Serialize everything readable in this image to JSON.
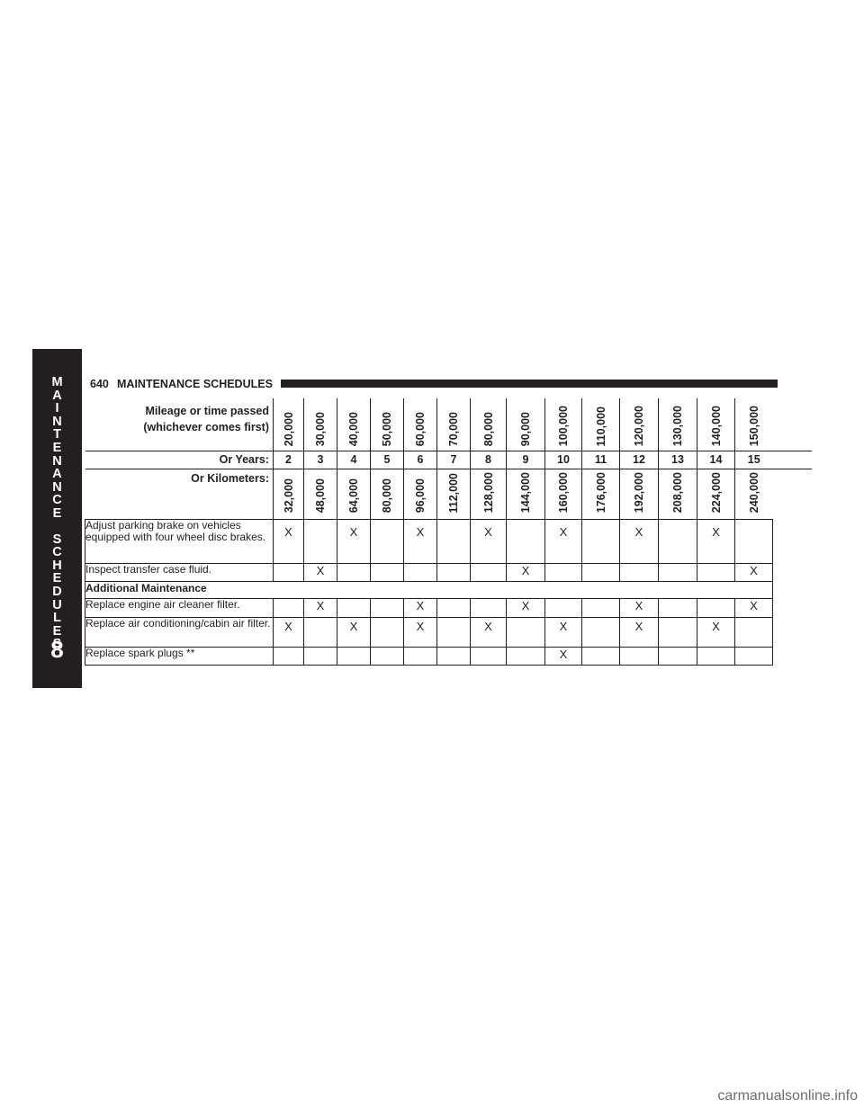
{
  "side_tab": {
    "letters": [
      "M",
      "A",
      "I",
      "N",
      "T",
      "E",
      "N",
      "A",
      "N",
      "C",
      "E",
      "",
      "S",
      "C",
      "H",
      "E",
      "D",
      "U",
      "L",
      "E",
      "S"
    ],
    "number": "8"
  },
  "header": {
    "page_number": "640",
    "section_title": "MAINTENANCE SCHEDULES"
  },
  "table": {
    "mileage_label_line1": "Mileage or time passed",
    "mileage_label_line2": "(whichever comes first)",
    "years_label": "Or Years:",
    "km_label": "Or Kilometers:",
    "miles": [
      "20,000",
      "30,000",
      "40,000",
      "50,000",
      "60,000",
      "70,000",
      "80,000",
      "90,000",
      "100,000",
      "110,000",
      "120,000",
      "130,000",
      "140,000",
      "150,000"
    ],
    "years": [
      "2",
      "3",
      "4",
      "5",
      "6",
      "7",
      "8",
      "9",
      "10",
      "11",
      "12",
      "13",
      "14",
      "15"
    ],
    "km": [
      "32,000",
      "48,000",
      "64,000",
      "80,000",
      "96,000",
      "112,000",
      "128,000",
      "144,000",
      "160,000",
      "176,000",
      "192,000",
      "208,000",
      "224,000",
      "240,000"
    ],
    "rows": [
      {
        "desc": "Adjust parking brake on vehicles equipped with four wheel disc brakes.",
        "marks": [
          "X",
          "",
          "X",
          "",
          "X",
          "",
          "X",
          "",
          "X",
          "",
          "X",
          "",
          "X",
          ""
        ]
      },
      {
        "desc": "Inspect transfer case fluid.",
        "marks": [
          "",
          "X",
          "",
          "",
          "",
          "",
          "",
          "X",
          "",
          "",
          "",
          "",
          "",
          "X"
        ]
      },
      {
        "section": "Additional Maintenance"
      },
      {
        "desc": "Replace engine air cleaner filter.",
        "marks": [
          "",
          "X",
          "",
          "",
          "X",
          "",
          "",
          "X",
          "",
          "",
          "X",
          "",
          "",
          "X"
        ]
      },
      {
        "desc": "Replace air conditioning/cabin air filter.",
        "marks": [
          "X",
          "",
          "X",
          "",
          "X",
          "",
          "X",
          "",
          "X",
          "",
          "X",
          "",
          "X",
          ""
        ]
      },
      {
        "desc": "Replace spark plugs **",
        "marks": [
          "",
          "",
          "",
          "",
          "",
          "",
          "",
          "",
          "X",
          "",
          "",
          "",
          "",
          ""
        ]
      }
    ]
  },
  "watermark": "carmanualsonline.info"
}
